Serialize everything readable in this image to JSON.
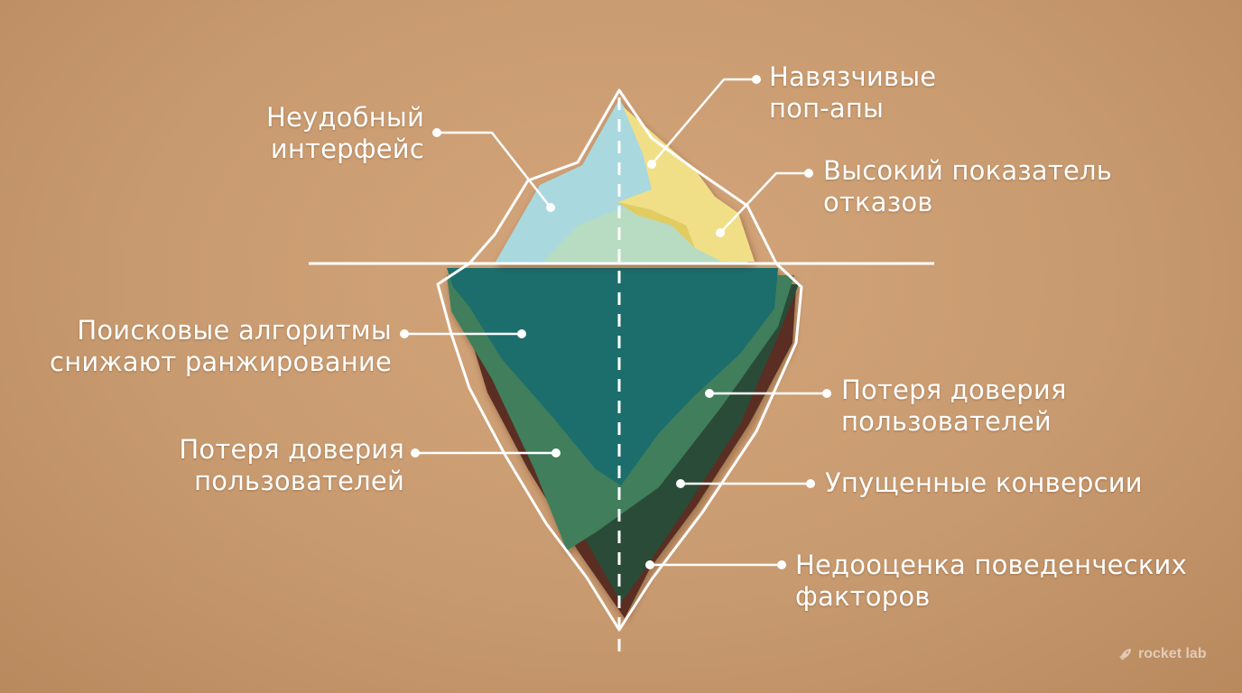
{
  "labels": {
    "uncomfortable_interface": {
      "line1": "Неудобный",
      "line2": "интерфейс"
    },
    "popups": {
      "line1": "Навязчивые",
      "line2": "поп-апы"
    },
    "bounce_rate": {
      "line1": "Высокий показатель",
      "line2": "отказов"
    },
    "search_algorithms": {
      "line1": "Поисковые алгоритмы",
      "line2": "снижают ранжирование"
    },
    "trust_loss_left": {
      "line1": "Потеря доверия",
      "line2": "пользователей"
    },
    "trust_loss_right": {
      "line1": "Потеря доверия",
      "line2": "пользователей"
    },
    "missed_conversions": {
      "line1": "Упущенные конверсии"
    },
    "behavioral_factors": {
      "line1": "Недооценка поведенческих",
      "line2": "факторов"
    }
  },
  "logo": {
    "text": "rocket lab",
    "icon": "rocket-icon"
  },
  "colors": {
    "ice_light": "#a9d8df",
    "ice_yellow": "#f0df86",
    "water_teal": "#1f6e6c",
    "water_green": "#3f7e5b",
    "deep_green": "#2c4c38",
    "deepest_brown": "#5a2f24",
    "outline": "#ffffff"
  }
}
